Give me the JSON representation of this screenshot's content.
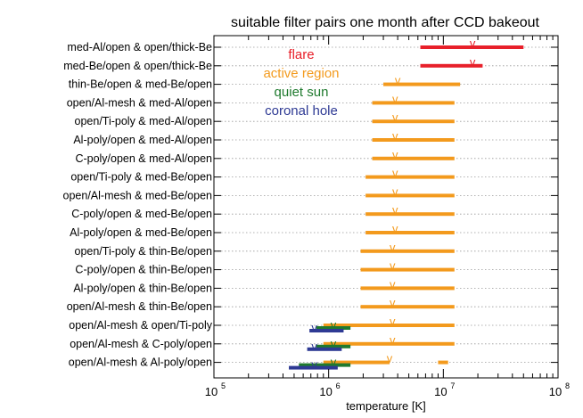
{
  "chart_data": {
    "type": "bar",
    "title": "suitable filter pairs one month after CCD bakeout",
    "xlabel": "temperature [K]",
    "ylabel": "",
    "xscale": "log",
    "xlim": [
      100000,
      100000000
    ],
    "xticks": [
      {
        "exp": 5,
        "label": "10"
      },
      {
        "exp": 6,
        "label": "10"
      },
      {
        "exp": 7,
        "label": "10"
      },
      {
        "exp": 8,
        "label": "10"
      }
    ],
    "grid": "horizontal dotted",
    "legend": [
      {
        "name": "flare",
        "color": "#e8202a"
      },
      {
        "name": "active region",
        "color": "#f39a1d"
      },
      {
        "name": "quiet sun",
        "color": "#1f7a2e"
      },
      {
        "name": "coronal hole",
        "color": "#2e3a94"
      }
    ],
    "marker_glyph": "v",
    "categories": [
      "med-Al/open & open/thick-Be",
      "med-Be/open & open/thick-Be",
      "thin-Be/open & med-Be/open",
      "open/Al-mesh & med-Al/open",
      "open/Ti-poly & med-Al/open",
      "Al-poly/open & med-Al/open",
      "C-poly/open & med-Al/open",
      "open/Ti-poly & med-Be/open",
      "open/Al-mesh & med-Be/open",
      "C-poly/open & med-Be/open",
      "Al-poly/open & med-Be/open",
      "open/Ti-poly & thin-Be/open",
      "C-poly/open & thin-Be/open",
      "Al-poly/open & thin-Be/open",
      "open/Al-mesh & thin-Be/open",
      "open/Al-mesh & open/Ti-poly",
      "open/Al-mesh & C-poly/open",
      "open/Al-mesh & Al-poly/open"
    ],
    "series": [
      {
        "name": "flare",
        "color": "#e8202a",
        "ranges": [
          {
            "row": 0,
            "low": 6300000,
            "high": 50000000,
            "peak": 18000000
          },
          {
            "row": 1,
            "low": 6300000,
            "high": 22000000,
            "peak": 18000000
          }
        ]
      },
      {
        "name": "active region",
        "color": "#f39a1d",
        "ranges": [
          {
            "row": 2,
            "low": 3000000,
            "high": 14000000,
            "peak": 4000000
          },
          {
            "row": 3,
            "low": 2400000,
            "high": 12500000,
            "peak": 3800000
          },
          {
            "row": 4,
            "low": 2400000,
            "high": 12500000,
            "peak": 3800000
          },
          {
            "row": 5,
            "low": 2400000,
            "high": 12500000,
            "peak": 3800000
          },
          {
            "row": 6,
            "low": 2400000,
            "high": 12500000,
            "peak": 3800000
          },
          {
            "row": 7,
            "low": 2100000,
            "high": 12500000,
            "peak": 3800000
          },
          {
            "row": 8,
            "low": 2100000,
            "high": 12500000,
            "peak": 3800000
          },
          {
            "row": 9,
            "low": 2100000,
            "high": 12500000,
            "peak": 3800000
          },
          {
            "row": 10,
            "low": 2100000,
            "high": 12500000,
            "peak": 3800000
          },
          {
            "row": 11,
            "low": 1900000,
            "high": 12500000,
            "peak": 3600000
          },
          {
            "row": 12,
            "low": 1900000,
            "high": 12500000,
            "peak": 3600000
          },
          {
            "row": 13,
            "low": 1900000,
            "high": 12500000,
            "peak": 3600000
          },
          {
            "row": 14,
            "low": 1900000,
            "high": 12500000,
            "peak": 3600000
          },
          {
            "row": 15,
            "low": 900000,
            "high": 12500000,
            "peak": 3600000
          },
          {
            "row": 16,
            "low": 900000,
            "high": 12500000,
            "peak": 3600000
          },
          {
            "row": 17,
            "low": 900000,
            "high": 3400000,
            "peak": 3400000
          },
          {
            "row": 17,
            "low": 9000000,
            "high": 11000000
          }
        ]
      },
      {
        "name": "quiet sun",
        "color": "#1f7a2e",
        "ranges": [
          {
            "row": 15,
            "low": 780000,
            "high": 1550000,
            "peak": 1100000
          },
          {
            "row": 16,
            "low": 780000,
            "high": 1550000,
            "peak": 1100000
          },
          {
            "row": 17,
            "low": 550000,
            "high": 1550000,
            "peak": 1100000
          }
        ]
      },
      {
        "name": "coronal hole",
        "color": "#2e3a94",
        "ranges": [
          {
            "row": 15,
            "low": 680000,
            "high": 1350000,
            "peak": 750000
          },
          {
            "row": 16,
            "low": 650000,
            "high": 1300000,
            "peak": 750000
          },
          {
            "row": 17,
            "low": 450000,
            "high": 1200000,
            "peak": 750000
          }
        ]
      }
    ]
  }
}
